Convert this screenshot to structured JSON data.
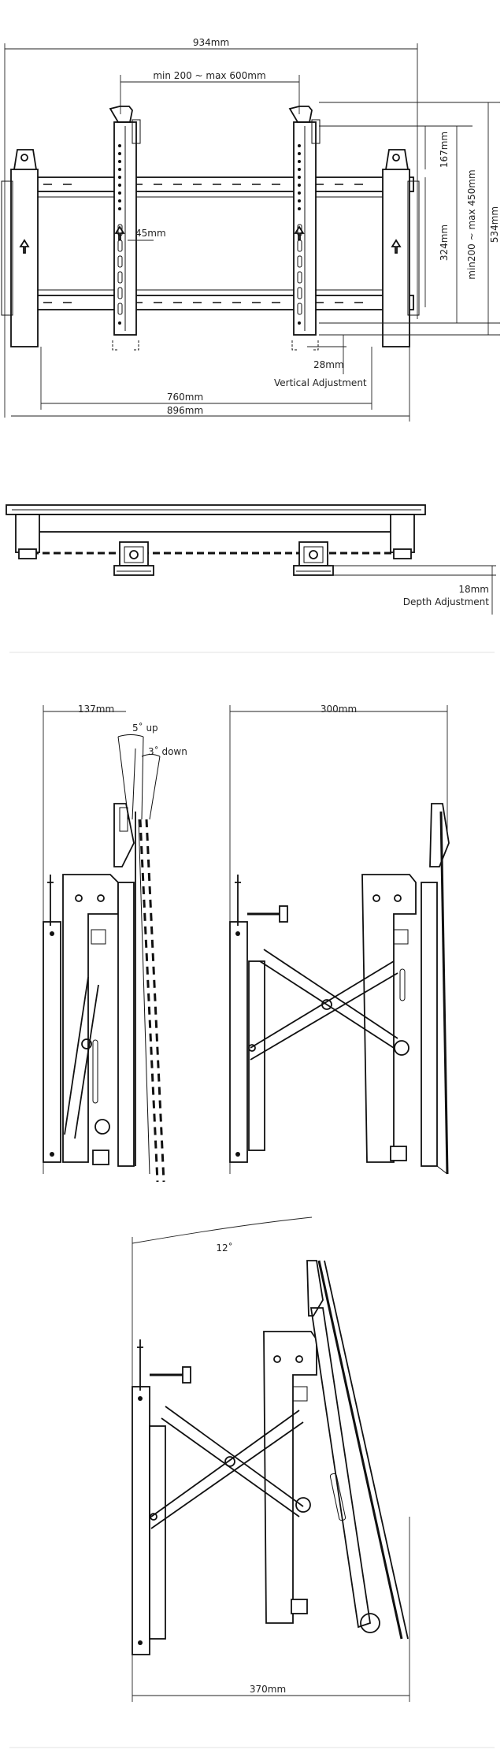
{
  "front_view": {
    "overall_width": "934mm",
    "pitch_range": "min 200 ~ max 600mm",
    "offset_45": "45mm",
    "top_offset": "167mm",
    "inner_height": "324mm",
    "pitch_vertical": "min200 ~ max 450mm",
    "overall_height": "534mm",
    "vertical_adjust_value": "28mm",
    "vertical_adjust_label": "Vertical Adjustment",
    "rail_width": "760mm",
    "frame_width": "896mm"
  },
  "top_view": {
    "depth_adjust_value": "18mm",
    "depth_adjust_label": "Depth Adjustment"
  },
  "side_view_tilt": {
    "depth": "137mm",
    "tilt_up": "5˚ up",
    "tilt_down": "3˚ down"
  },
  "side_view_extended": {
    "depth": "300mm"
  },
  "side_view_popout": {
    "angle": "12˚",
    "depth": "370mm"
  }
}
